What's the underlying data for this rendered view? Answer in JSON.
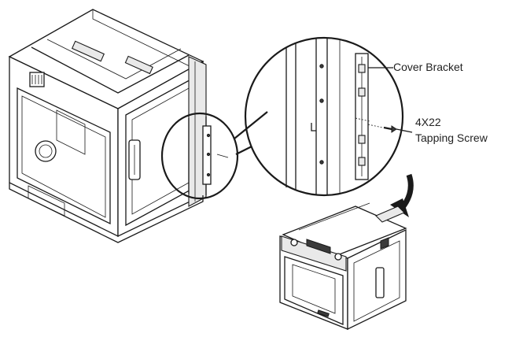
{
  "labels": {
    "cover_bracket": "Cover Bracket",
    "screw_size": "4X22",
    "screw_name": "Tapping Screw"
  },
  "colors": {
    "line": "#1a1a1a",
    "background": "#ffffff"
  },
  "icons": [
    "arrow-down-curved-icon"
  ]
}
